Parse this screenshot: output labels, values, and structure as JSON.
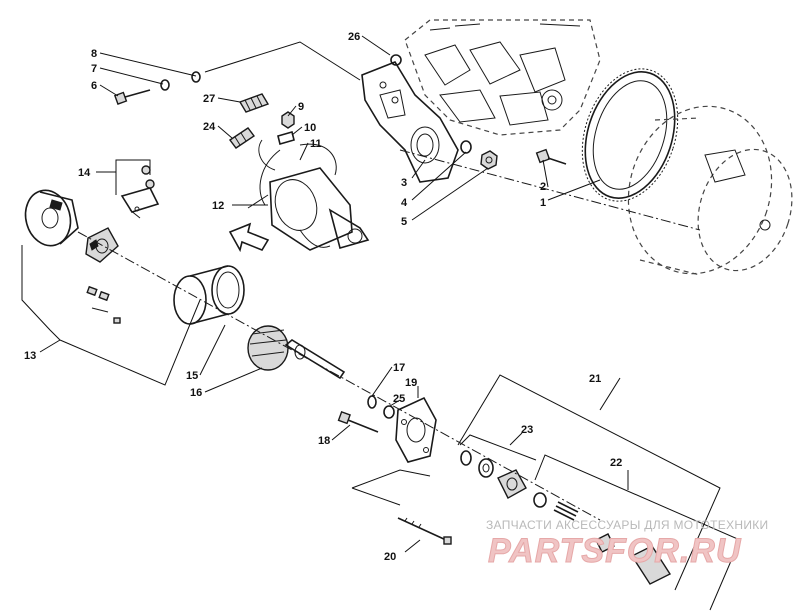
{
  "diagram": {
    "callouts": [
      {
        "id": "c1",
        "text": "1"
      },
      {
        "id": "c2",
        "text": "2"
      },
      {
        "id": "c3",
        "text": "3"
      },
      {
        "id": "c4",
        "text": "4"
      },
      {
        "id": "c5",
        "text": "5"
      },
      {
        "id": "c6",
        "text": "6"
      },
      {
        "id": "c7",
        "text": "7"
      },
      {
        "id": "c8",
        "text": "8"
      },
      {
        "id": "c9",
        "text": "9"
      },
      {
        "id": "c10",
        "text": "10"
      },
      {
        "id": "c11",
        "text": "11"
      },
      {
        "id": "c12",
        "text": "12"
      },
      {
        "id": "c13",
        "text": "13"
      },
      {
        "id": "c14",
        "text": "14"
      },
      {
        "id": "c15",
        "text": "15"
      },
      {
        "id": "c16",
        "text": "16"
      },
      {
        "id": "c17",
        "text": "17"
      },
      {
        "id": "c18",
        "text": "18"
      },
      {
        "id": "c19",
        "text": "19"
      },
      {
        "id": "c20",
        "text": "20"
      },
      {
        "id": "c21",
        "text": "21"
      },
      {
        "id": "c22",
        "text": "22"
      },
      {
        "id": "c23",
        "text": "23"
      },
      {
        "id": "c24",
        "text": "24"
      },
      {
        "id": "c25",
        "text": "25"
      },
      {
        "id": "c26",
        "text": "26"
      },
      {
        "id": "c27",
        "text": "27"
      }
    ]
  },
  "watermark": {
    "tagline": "ЗАПЧАСТИ АКСЕССУАРЫ ДЛЯ МОТОТЕХНИКИ",
    "brand": "PARTSFOR.RU"
  }
}
